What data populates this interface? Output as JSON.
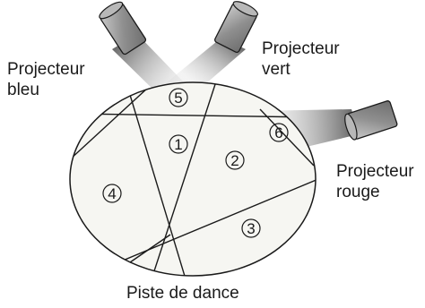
{
  "labels": {
    "blue_projector": [
      "Projecteur",
      "bleu"
    ],
    "green_projector": [
      "Projecteur",
      "vert"
    ],
    "red_projector": [
      "Projecteur",
      "rouge"
    ],
    "dance_floor": "Piste de dance"
  },
  "regions": [
    "1",
    "2",
    "3",
    "4",
    "5",
    "6"
  ]
}
